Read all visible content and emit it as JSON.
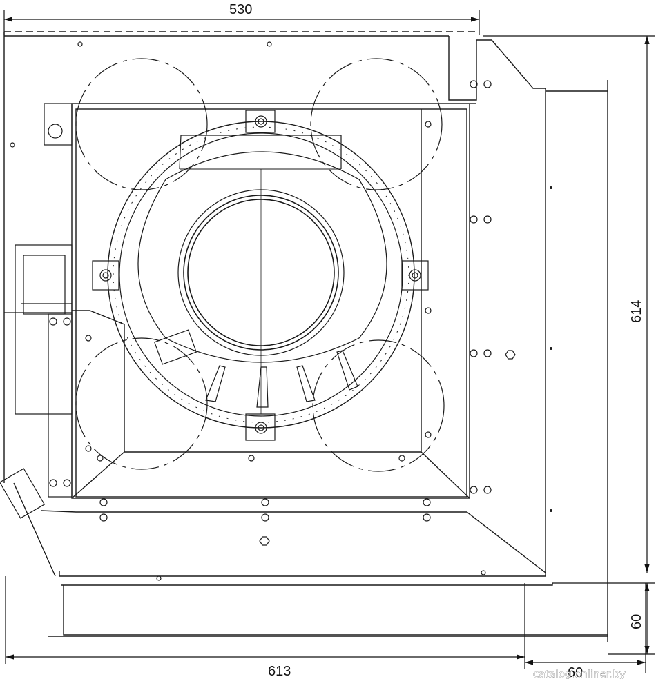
{
  "dimensions": {
    "top_width": "530",
    "bottom_width": "613",
    "bottom_offset": "60",
    "right_height": "614",
    "right_offset": "60"
  },
  "watermark": "catalog.onliner.by",
  "colors": {
    "line": "#1a1a1a",
    "background": "#ffffff"
  }
}
